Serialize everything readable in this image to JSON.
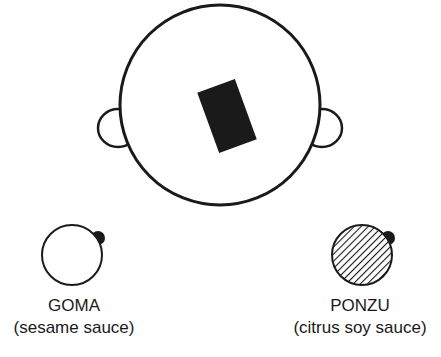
{
  "diagram": {
    "labels": [
      "GOMA",
      "(sesame sauce)",
      "PONZU",
      "(citrus soy sauce)"
    ]
  }
}
